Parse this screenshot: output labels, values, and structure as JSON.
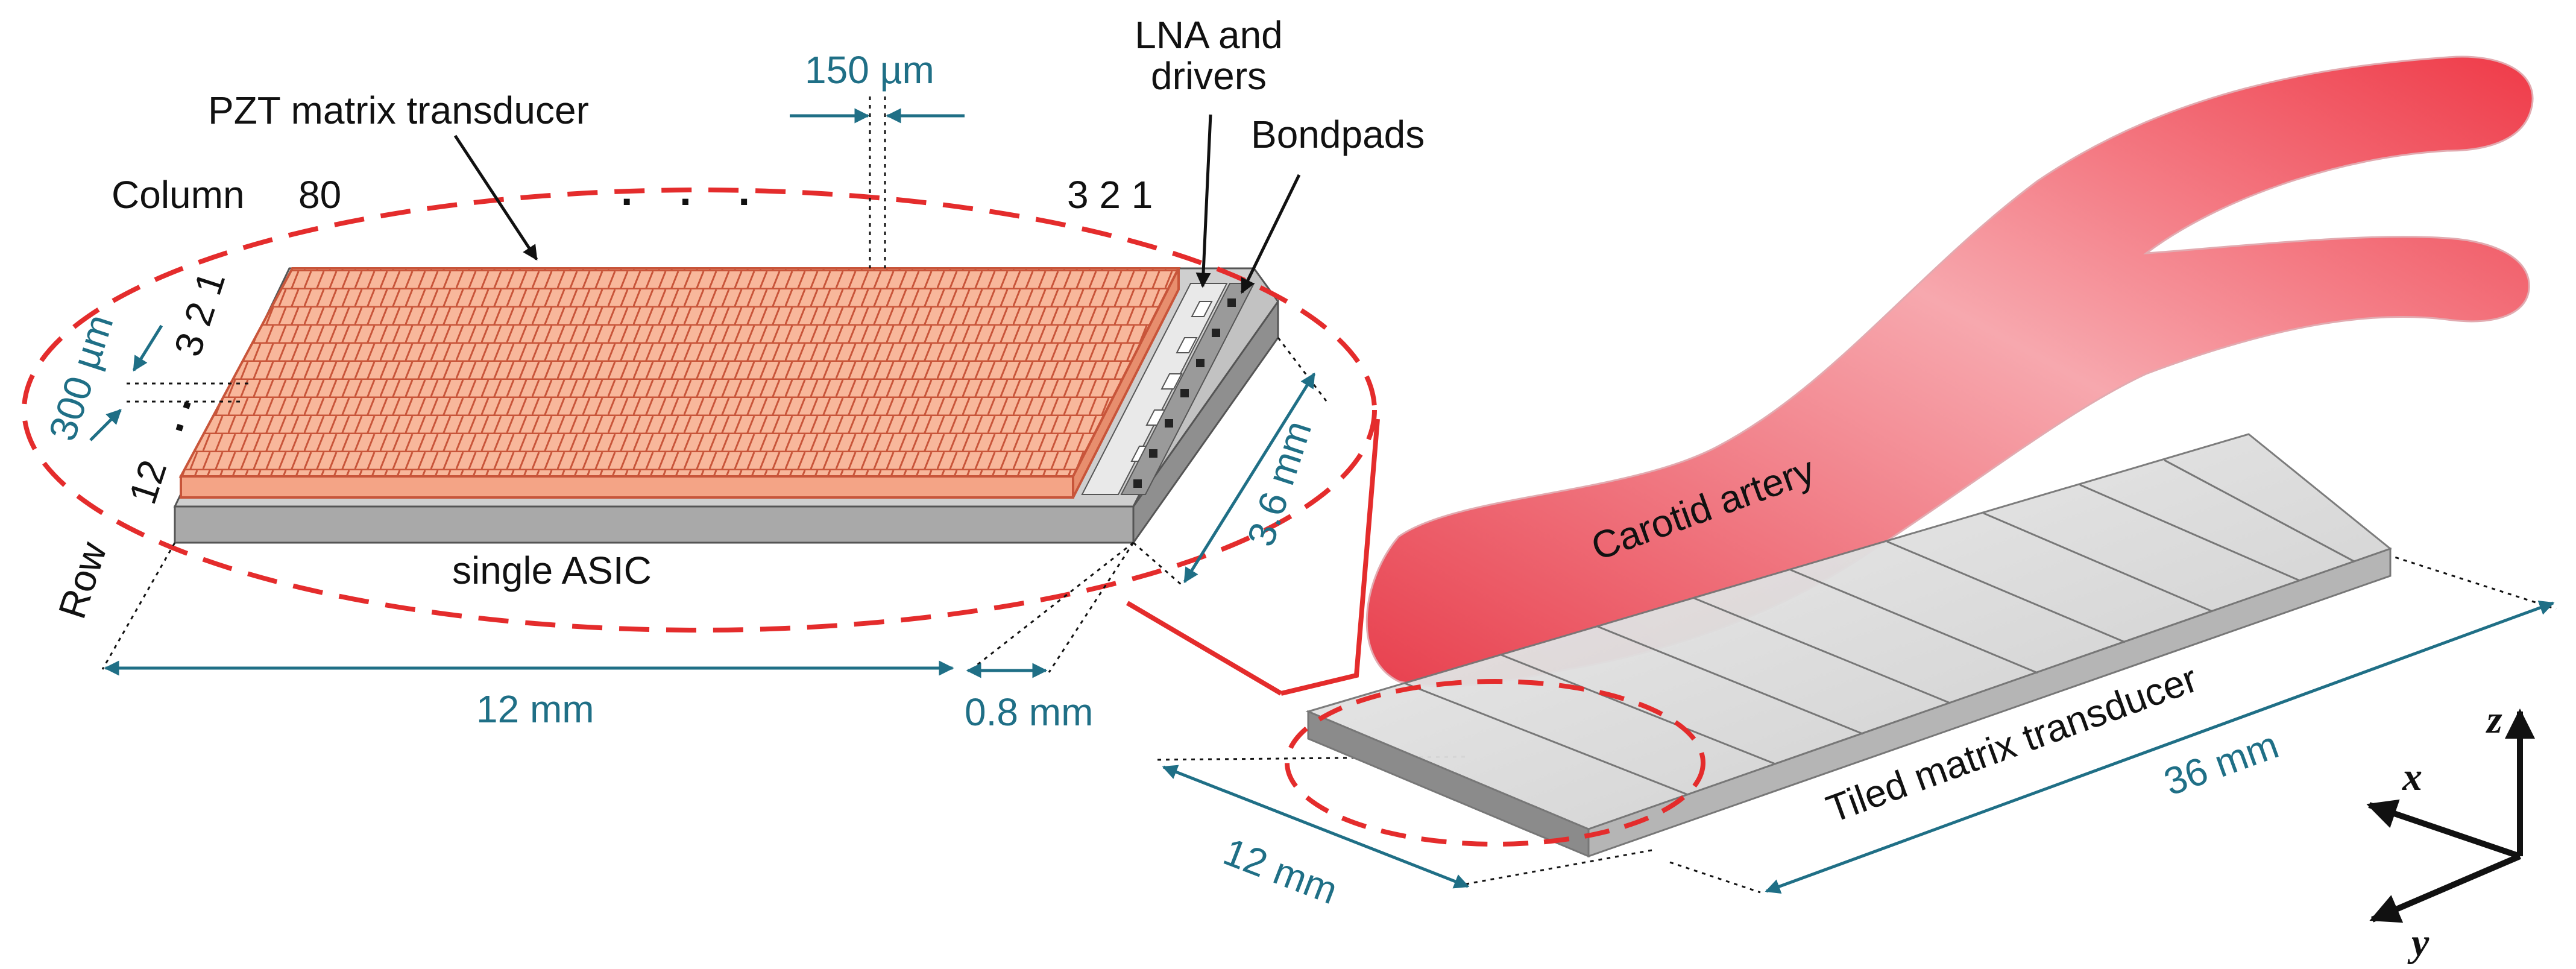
{
  "labels": {
    "pzt": "PZT matrix transducer",
    "lna": "LNA and",
    "lna2": "drivers",
    "bondpads": "Bondpads",
    "column": "Column",
    "col80": "80",
    "col_dots": ".    .    .",
    "col321": "3 2 1",
    "row321": "3 2 1",
    "row12": "12",
    "row_dots": ". .",
    "row": "Row",
    "single_asic": "single ASIC",
    "carotid": "Carotid artery",
    "tiled": "Tiled matrix transducer"
  },
  "dimensions": {
    "d150": "150 µm",
    "d300": "300 µm",
    "d36": "3.6 mm",
    "d12a": "12 mm",
    "d08": "0.8 mm",
    "d12b": "12 mm",
    "d36mm": "36 mm"
  },
  "axes": {
    "z": "z",
    "x": "x",
    "y": "y"
  },
  "colors": {
    "dimension": "#1f6f86",
    "highlight": "#e42c2c",
    "pzt_face": "#f8b79b",
    "pzt_grid": "#c8553a",
    "asic": "#bcbcbc",
    "tile": "#dcdcdc"
  }
}
